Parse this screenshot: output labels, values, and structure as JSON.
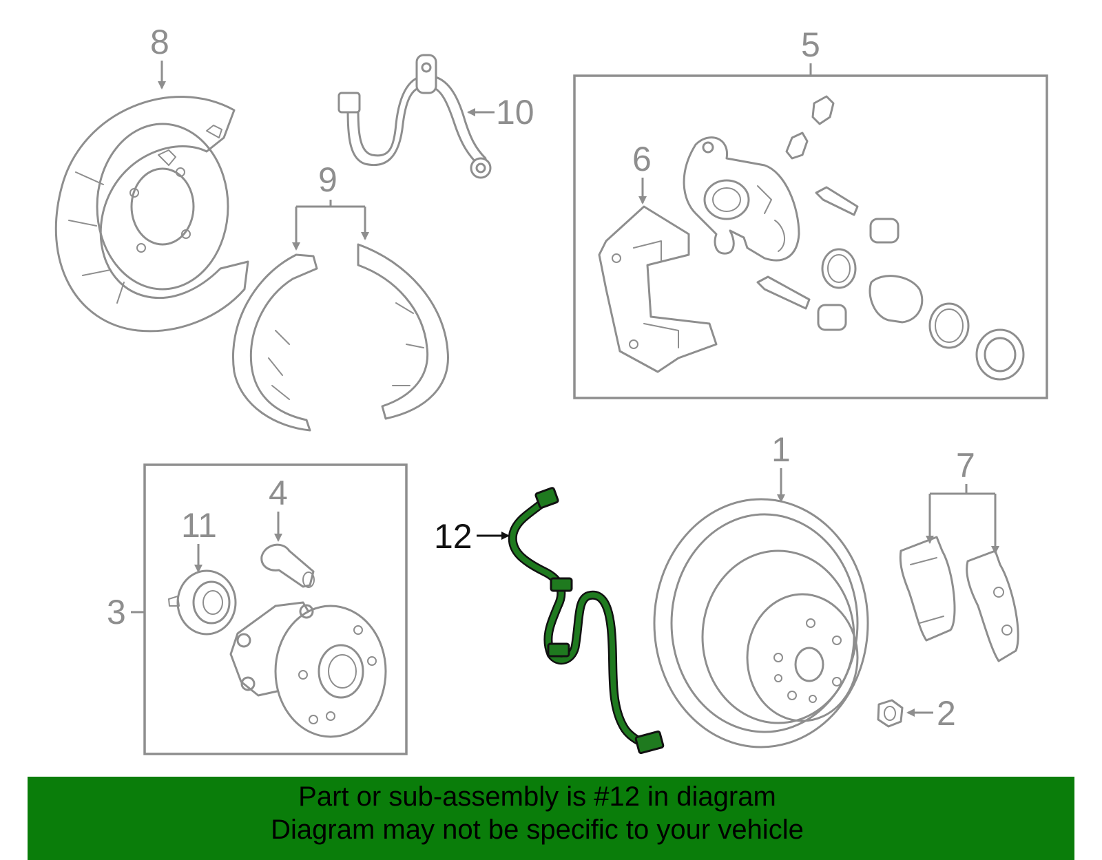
{
  "diagram": {
    "callouts": {
      "c1": "1",
      "c2": "2",
      "c3": "3",
      "c4": "4",
      "c5": "5",
      "c6": "6",
      "c7": "7",
      "c8": "8",
      "c9": "9",
      "c10": "10",
      "c11": "11",
      "c12": "12"
    },
    "highlight_color": "#1f7a1f",
    "line_color": "#8e8e8e"
  },
  "footer": {
    "line1": "Part or sub-assembly is #12 in diagram",
    "line2": "Diagram may not be specific to your vehicle",
    "background": "#0a7d0a"
  }
}
